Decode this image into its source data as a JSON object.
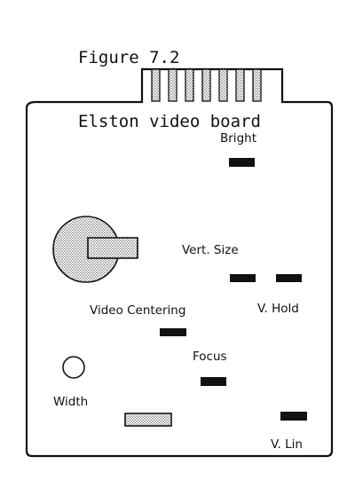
{
  "figure": {
    "title_line1": "Figure 7.2",
    "title_line2": "Elston video board"
  },
  "labels": {
    "bright": "Bright",
    "vert_size": "Vert. Size",
    "v_hold": "V. Hold",
    "video_centering": "Video Centering",
    "focus": "Focus",
    "width": "Width",
    "v_lin": "V. Lin"
  },
  "colors": {
    "ink": "#111111",
    "stipple": "#bdbdbd",
    "paper": "#ffffff"
  }
}
